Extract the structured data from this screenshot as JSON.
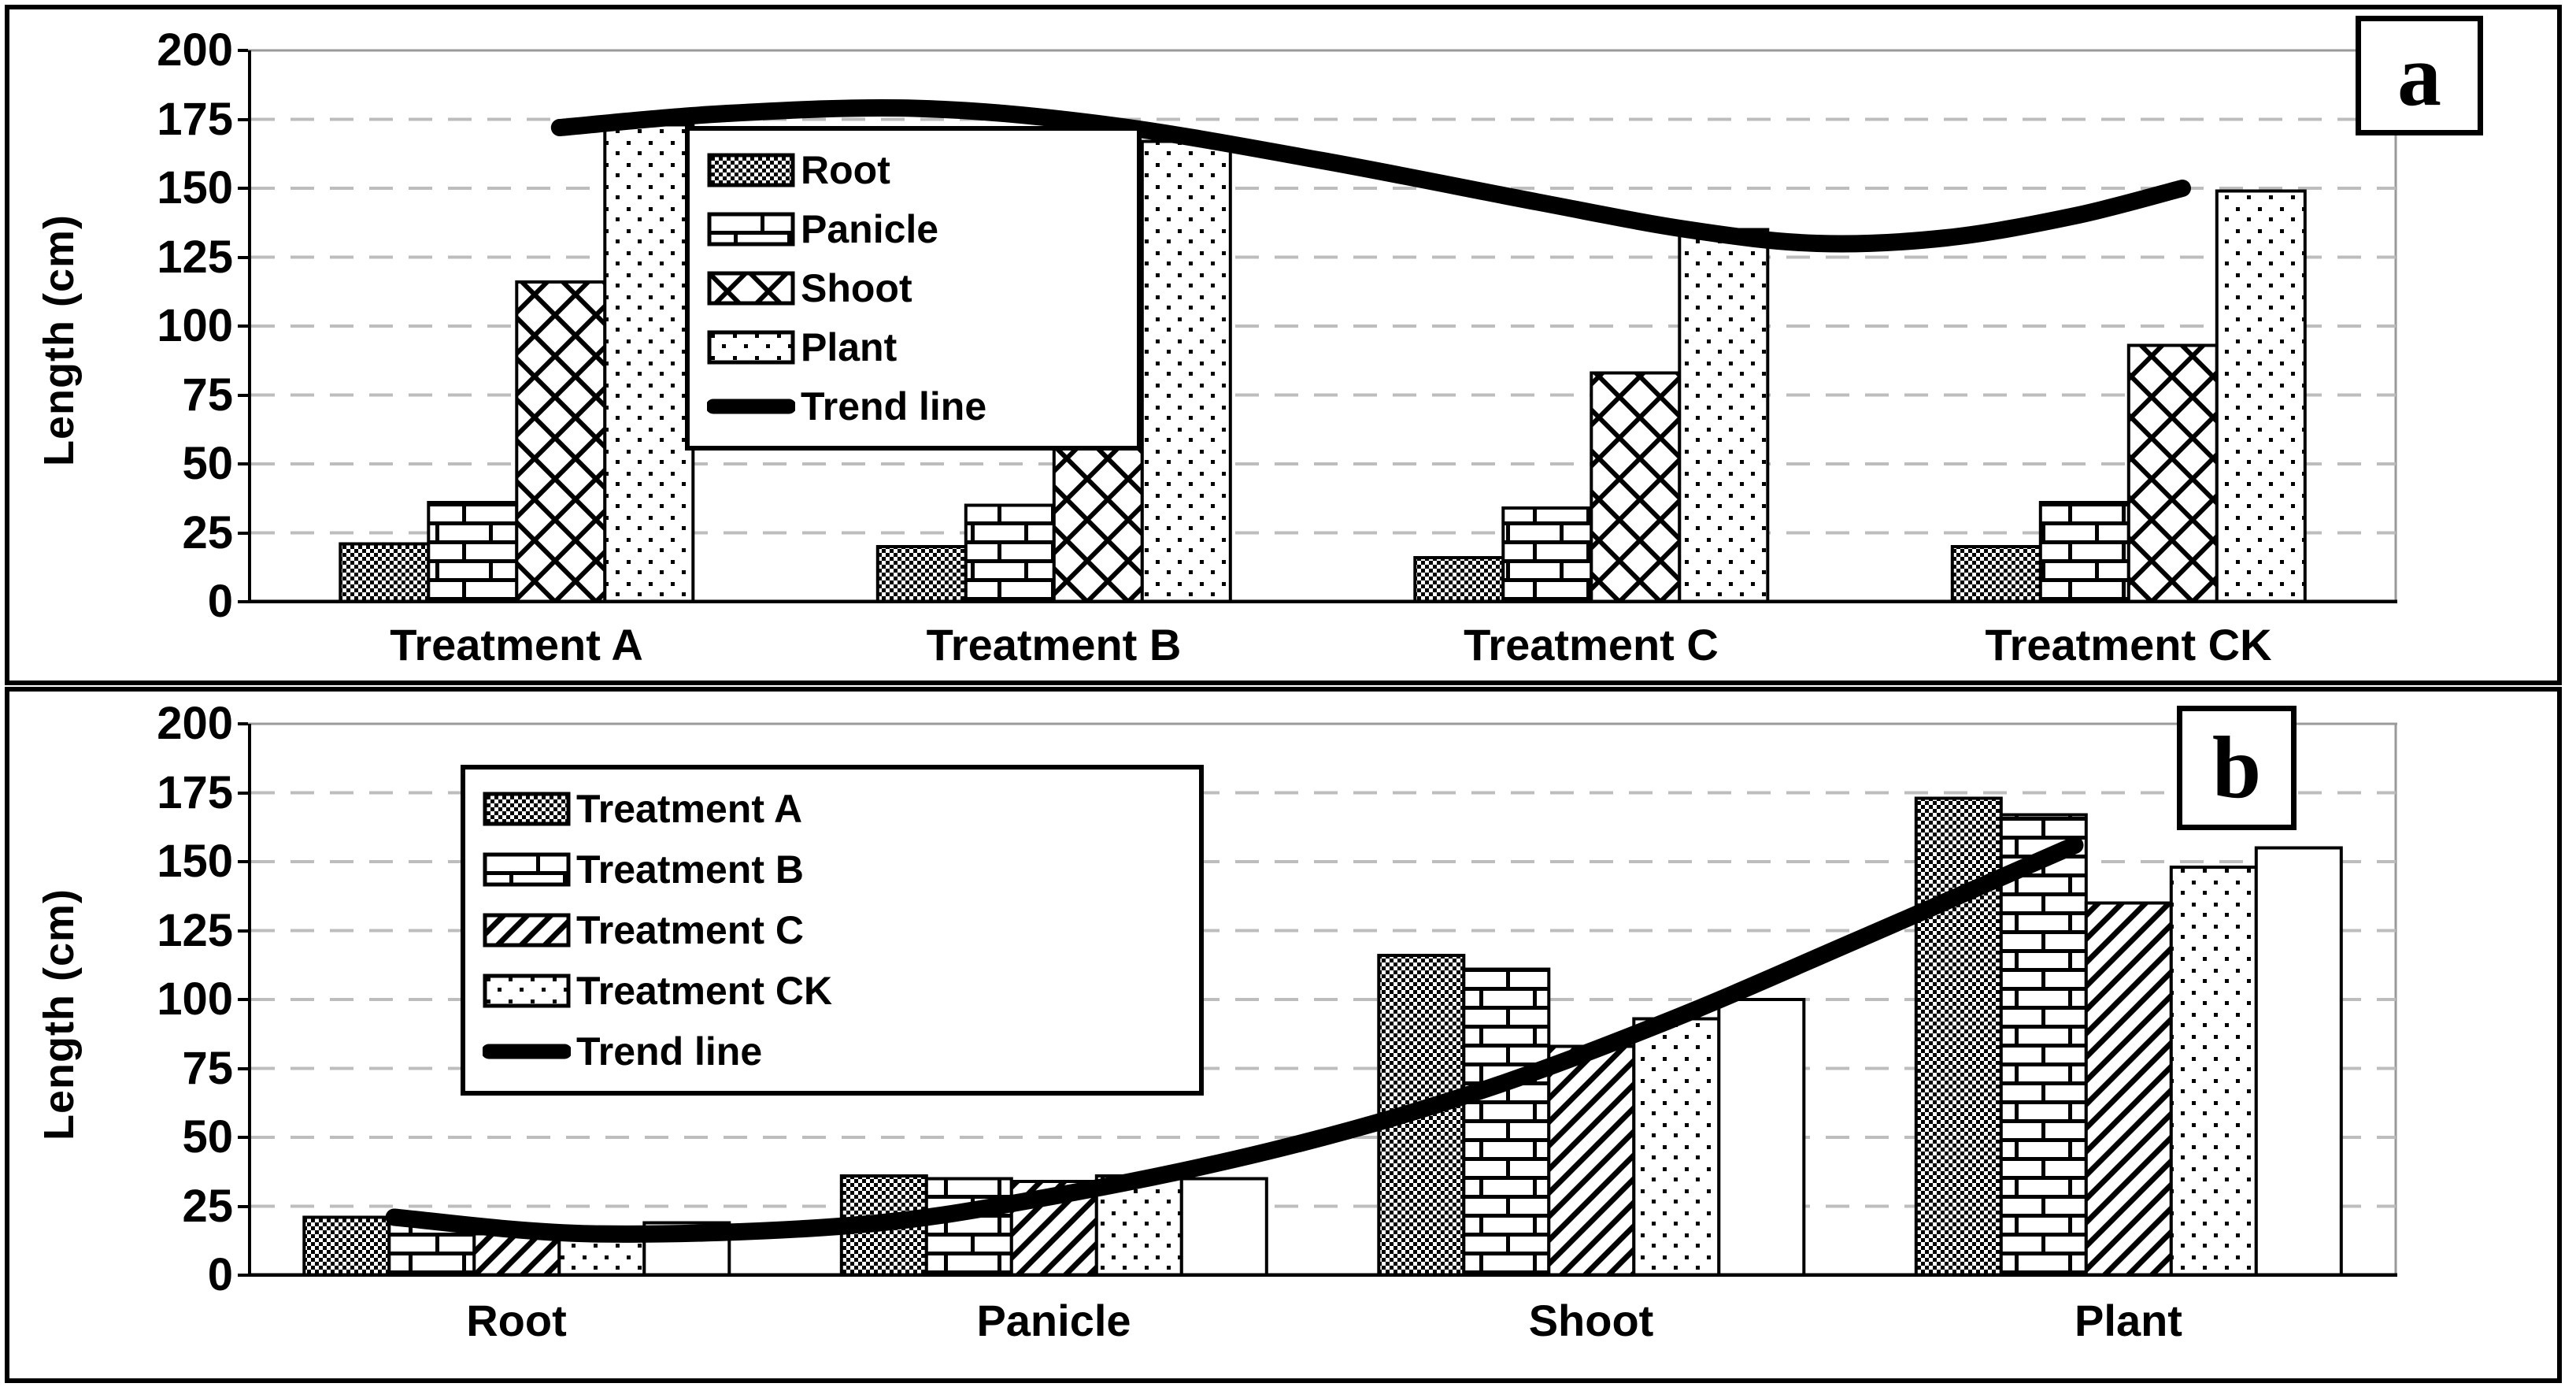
{
  "chart_data": [
    {
      "type": "bar",
      "panel_label": "a",
      "title": "",
      "ylabel": "Length (cm)",
      "xlabel": "",
      "ylim": [
        0,
        200
      ],
      "yticks": [
        0,
        25,
        50,
        75,
        100,
        125,
        150,
        175,
        200
      ],
      "grid": "dashed-horizontal",
      "legend_position": "upper-center-inside",
      "categories": [
        "Treatment A",
        "Treatment B",
        "Treatment C",
        "Treatment CK"
      ],
      "series": [
        {
          "name": "Root",
          "pattern": "dense",
          "values": [
            21,
            20,
            16,
            20
          ]
        },
        {
          "name": "Panicle",
          "pattern": "brick",
          "values": [
            36,
            35,
            34,
            36
          ]
        },
        {
          "name": "Shoot",
          "pattern": "cross",
          "values": [
            116,
            111,
            83,
            93
          ]
        },
        {
          "name": "Plant",
          "pattern": "dots",
          "values": [
            173,
            167,
            135,
            149
          ]
        }
      ],
      "trend_line": {
        "name": "Trend line",
        "points": [
          [
            0.145,
            172
          ],
          [
            0.22,
            177
          ],
          [
            0.31,
            179
          ],
          [
            0.4,
            173
          ],
          [
            0.5,
            160
          ],
          [
            0.6,
            145
          ],
          [
            0.67,
            135
          ],
          [
            0.73,
            130
          ],
          [
            0.79,
            132
          ],
          [
            0.85,
            140
          ],
          [
            0.9,
            150
          ]
        ]
      },
      "legend": [
        {
          "label": "Root",
          "pattern": "dense"
        },
        {
          "label": "Panicle",
          "pattern": "brick"
        },
        {
          "label": "Shoot",
          "pattern": "cross"
        },
        {
          "label": "Plant",
          "pattern": "dots"
        },
        {
          "label": "Trend line",
          "pattern": "line"
        }
      ],
      "colors": {
        "bar_fill": "#ffffff",
        "bar_stroke": "#000000",
        "grid": "#bdbdbd",
        "trend": "#000000"
      }
    },
    {
      "type": "bar",
      "panel_label": "b",
      "title": "",
      "ylabel": "Length (cm)",
      "xlabel": "",
      "ylim": [
        0,
        200
      ],
      "yticks": [
        0,
        25,
        50,
        75,
        100,
        125,
        150,
        175,
        200
      ],
      "grid": "dashed-horizontal",
      "legend_position": "upper-left-inside",
      "categories": [
        "Root",
        "Panicle",
        "Shoot",
        "Plant"
      ],
      "series": [
        {
          "name": "Treatment A",
          "pattern": "dense",
          "values": [
            21,
            36,
            116,
            173
          ]
        },
        {
          "name": "Treatment B",
          "pattern": "brick",
          "values": [
            20,
            35,
            111,
            167
          ]
        },
        {
          "name": "Treatment C",
          "pattern": "diag",
          "values": [
            15,
            34,
            83,
            135
          ]
        },
        {
          "name": "Treatment CK",
          "pattern": "dots",
          "values": [
            13,
            36,
            93,
            148
          ]
        },
        {
          "name": "",
          "pattern": "plain",
          "values": [
            19,
            35,
            100,
            155
          ]
        }
      ],
      "trend_line": {
        "name": "Trend line",
        "points": [
          [
            0.068,
            21
          ],
          [
            0.16,
            15
          ],
          [
            0.28,
            18
          ],
          [
            0.37,
            28
          ],
          [
            0.475,
            45
          ],
          [
            0.57,
            66
          ],
          [
            0.66,
            92
          ],
          [
            0.75,
            122
          ],
          [
            0.85,
            156
          ]
        ]
      },
      "legend": [
        {
          "label": "Treatment A",
          "pattern": "dense"
        },
        {
          "label": "Treatment B",
          "pattern": "brick"
        },
        {
          "label": "Treatment C",
          "pattern": "diag"
        },
        {
          "label": "Treatment CK",
          "pattern": "dots"
        },
        {
          "label": "Trend line",
          "pattern": "line"
        }
      ],
      "colors": {
        "bar_fill": "#ffffff",
        "bar_stroke": "#000000",
        "grid": "#bdbdbd",
        "trend": "#000000"
      }
    }
  ]
}
